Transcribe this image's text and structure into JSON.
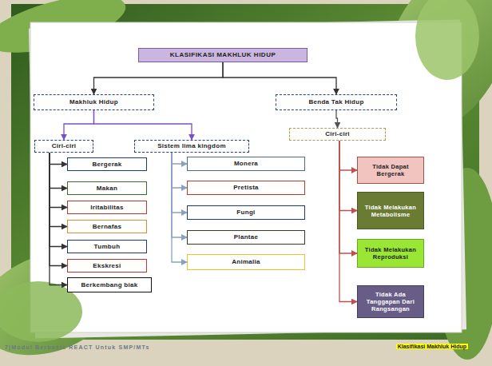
{
  "diagram": {
    "caption": "Klasifikasi Makhluk Hidup",
    "nodes": [
      {
        "text": [
          "KLASIFIKASI MAKHLUK HIDUP"
        ]
      },
      {
        "text": [
          "Makhluk Hidup"
        ]
      },
      {
        "text": [
          "Benda Tak Hidup"
        ]
      },
      {
        "text": [
          "Ciri-ciri"
        ]
      },
      {
        "text": [
          "Sistem lima kingdom"
        ]
      },
      {
        "text": [
          "Bergerak"
        ]
      },
      {
        "text": [
          "Makan"
        ]
      },
      {
        "text": [
          "Iritabilitas"
        ]
      },
      {
        "text": [
          "Bernafas"
        ]
      },
      {
        "text": [
          "Tumbuh"
        ]
      },
      {
        "text": [
          "Ekskresi"
        ]
      },
      {
        "text": [
          "Berkembang biak"
        ]
      },
      {
        "text": [
          "Monera"
        ]
      },
      {
        "text": [
          "Pretista"
        ]
      },
      {
        "text": [
          "Fungi"
        ]
      },
      {
        "text": [
          "Plantae"
        ]
      },
      {
        "text": [
          "Animalia"
        ]
      },
      {
        "text": [
          "Ciri-ciri"
        ]
      },
      {
        "text": [
          "Tidak Dapat Bergerak"
        ]
      },
      {
        "text": [
          "Tidak Melakukan Metabolisme"
        ]
      },
      {
        "text": [
          "Tidak Melakukan Reproduksi"
        ]
      },
      {
        "text": [
          "Tidak Ada Tanggapan Dari Rangsangan"
        ]
      }
    ],
    "edges": [
      {
        "from": 0,
        "to": 1,
        "arrow": "to"
      },
      {
        "from": 0,
        "to": 2,
        "arrow": "to"
      },
      {
        "from": 1,
        "to": 3,
        "arrow": "to"
      },
      {
        "from": 1,
        "to": 4,
        "arrow": "to"
      },
      {
        "from": 3,
        "to": 5,
        "arrow": "to"
      },
      {
        "from": 3,
        "to": 6,
        "arrow": "to"
      },
      {
        "from": 3,
        "to": 7,
        "arrow": "to"
      },
      {
        "from": 3,
        "to": 8,
        "arrow": "to"
      },
      {
        "from": 3,
        "to": 9,
        "arrow": "to"
      },
      {
        "from": 3,
        "to": 10,
        "arrow": "to"
      },
      {
        "from": 3,
        "to": 11,
        "arrow": "to"
      },
      {
        "from": 4,
        "to": 12,
        "arrow": "to"
      },
      {
        "from": 4,
        "to": 13,
        "arrow": "to"
      },
      {
        "from": 4,
        "to": 14,
        "arrow": "to"
      },
      {
        "from": 4,
        "to": 15,
        "arrow": "to"
      },
      {
        "from": 4,
        "to": 16,
        "arrow": "to"
      },
      {
        "from": 2,
        "to": 17,
        "arrow": "to"
      },
      {
        "from": 17,
        "to": 18,
        "arrow": "to"
      },
      {
        "from": 17,
        "to": 19,
        "arrow": "to"
      },
      {
        "from": 17,
        "to": 20,
        "arrow": "to"
      },
      {
        "from": 17,
        "to": 21,
        "arrow": "to"
      }
    ],
    "labels": [
      "7|Modul Berbasis REACT Untuk SMP/MTs"
    ]
  }
}
